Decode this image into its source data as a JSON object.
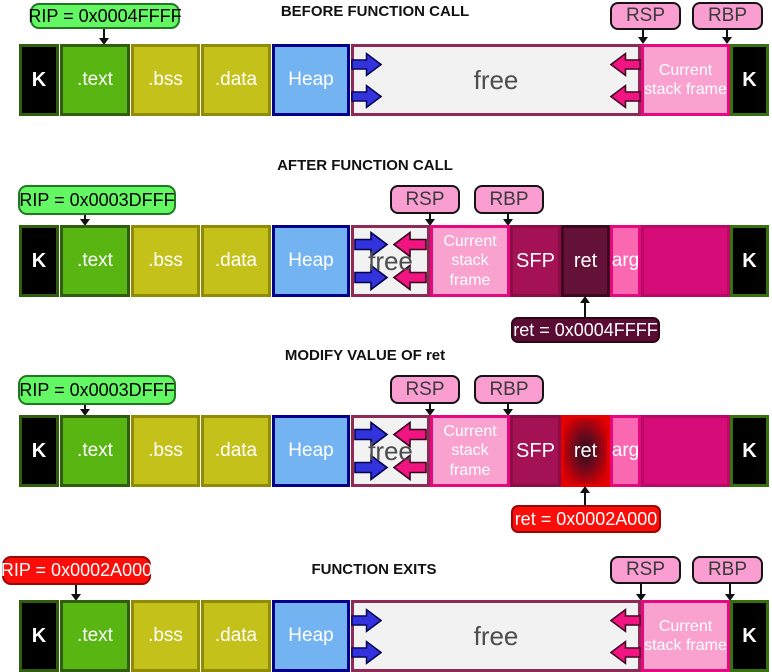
{
  "sections": {
    "before": {
      "title": "BEFORE FUNCTION CALL",
      "rip": "RIP = 0x0004FFFF"
    },
    "after": {
      "title": "AFTER FUNCTION CALL",
      "rip": "RIP = 0x0003DFFF",
      "ret_note": "ret = 0x0004FFFF"
    },
    "modify": {
      "title": "MODIFY VALUE OF ret",
      "rip": "RIP = 0x0003DFFF",
      "ret_note": "ret = 0x0002A000"
    },
    "exit": {
      "title": "FUNCTION EXITS",
      "rip": "RIP = 0x0002A000"
    }
  },
  "registers": {
    "rsp": "RSP",
    "rbp": "RBP"
  },
  "cells": {
    "kernel": "K",
    "text_seg": ".text",
    "bss": ".bss",
    "data_seg": ".data",
    "heap": "Heap",
    "free": "free",
    "stack_frame": "Current stack frame",
    "sfp": "SFP",
    "ret": "ret",
    "arg": "arg"
  },
  "colors": {
    "rip_green_bg": "#63f763",
    "rip_red_bg": "#fb0d09",
    "register_pink_bg": "#fa9ed1",
    "ret_note_dark_bg": "#5a0c33",
    "ret_note_red_bg": "#fb0d09",
    "kernel_bg": "#000000",
    "text_seg_bg": "#58b512",
    "bss_data_bg": "#c5c11b",
    "heap_bg": "#74b3f2",
    "free_bg": "#f2f2f2",
    "stack_frame_bg": "#f9a2d0",
    "sfp_bg": "#a51155",
    "ret_bg": "#631136",
    "ret_glow_center": "#2c0e1a",
    "ret_glow_edge": "#ee0000",
    "arg_bg": "#fa68b2",
    "stack_used_bg": "#d60d78",
    "heap_arrow_blue": "#3333dd",
    "stack_arrow_pink": "#f11582"
  }
}
